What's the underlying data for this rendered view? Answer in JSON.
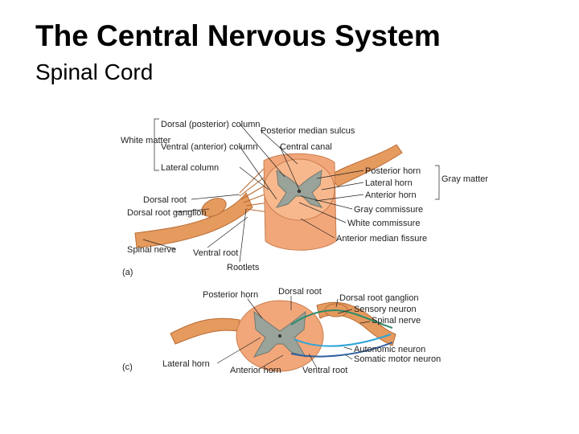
{
  "slide": {
    "title": "The Central Nervous System",
    "subtitle": "Spinal Cord"
  },
  "diagram_a": {
    "panel_label": "(a)",
    "white_matter_group": "White matter",
    "white_matter_parts": [
      "Dorsal (posterior) column",
      "Ventral (anterior) column",
      "Lateral column"
    ],
    "labels_left": [
      "Dorsal root",
      "Dorsal root ganglion",
      "Spinal nerve",
      "Ventral root",
      "Rootlets"
    ],
    "labels_right": [
      "Posterior median sulcus",
      "Central canal",
      "Posterior horn",
      "Lateral horn",
      "Anterior horn",
      "Gray commissure",
      "White commissure",
      "Anterior median fissure"
    ],
    "gray_matter_group": "Gray matter"
  },
  "diagram_c": {
    "panel_label": "(c)",
    "labels": [
      "Posterior horn",
      "Dorsal root",
      "Dorsal root ganglion",
      "Sensory neuron",
      "Spinal nerve",
      "Autonomic neuron",
      "Somatic motor neuron",
      "Lateral horn",
      "Anterior horn",
      "Ventral root"
    ]
  },
  "colors": {
    "white_matter": "#f2a77a",
    "gray_matter": "#9aa39a",
    "nerve": "#e59a5e",
    "nerve_dark": "#b86b34",
    "sensory": "#2d8c6a",
    "motor": "#2f5f9e",
    "autonomic": "#2ca4d8"
  }
}
